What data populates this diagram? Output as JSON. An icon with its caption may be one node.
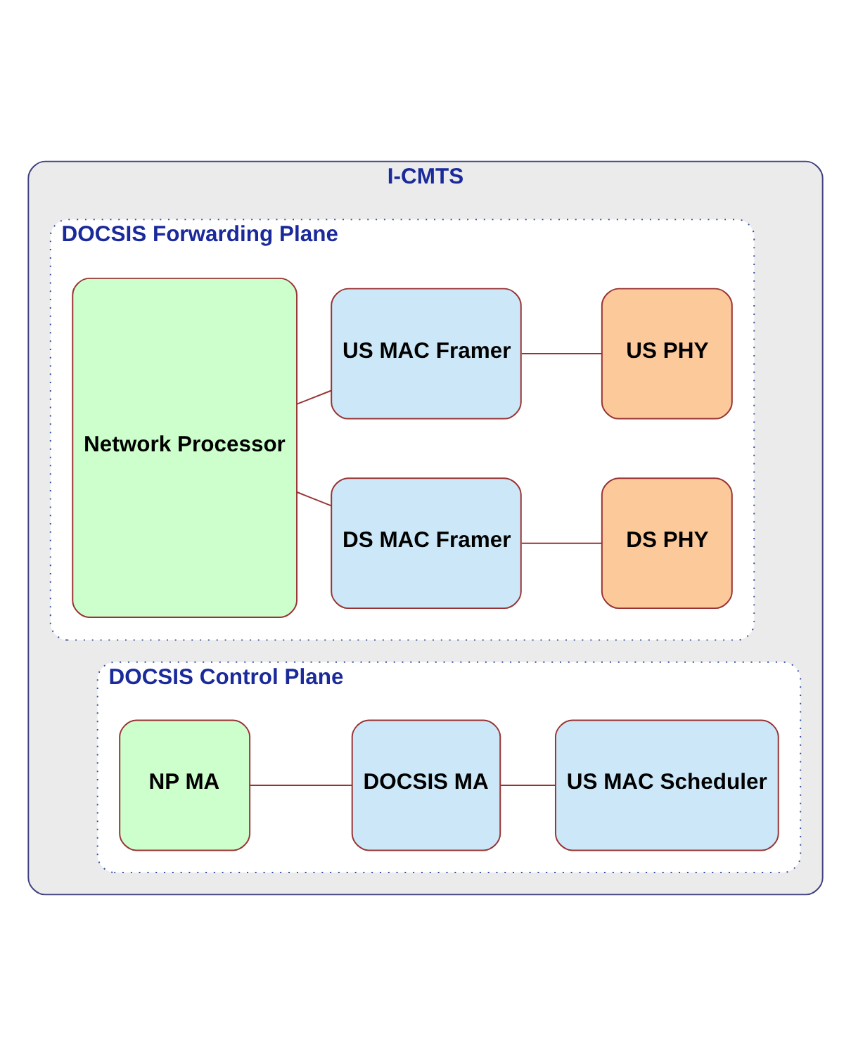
{
  "diagram": {
    "nodes": [
      {
        "text": [
          "I-CMTS"
        ]
      },
      {
        "text": [
          "DOCSIS Forwarding Plane"
        ],
        "in": 0
      },
      {
        "text": [
          "Network Processor"
        ],
        "in": 1
      },
      {
        "text": [
          "DS MAC Framer"
        ],
        "in": 1
      },
      {
        "text": [
          "DS PHY"
        ],
        "in": 1
      },
      {
        "text": [
          "US MAC Framer"
        ],
        "in": 1
      },
      {
        "text": [
          "US PHY"
        ],
        "in": 1
      },
      {
        "text": [
          "DOCSIS Control Plane"
        ],
        "in": 0
      },
      {
        "text": [
          "NP MA"
        ],
        "in": 7
      },
      {
        "text": [
          "DOCSIS MA"
        ],
        "in": 7
      },
      {
        "text": [
          "US MAC Scheduler"
        ],
        "in": 7
      }
    ],
    "edges": [
      {
        "from": 2,
        "to": 3,
        "arrow": "none"
      },
      {
        "from": 3,
        "to": 4,
        "arrow": "none"
      },
      {
        "from": 2,
        "to": 5,
        "arrow": "none"
      },
      {
        "from": 5,
        "to": 6,
        "arrow": "none"
      },
      {
        "from": 8,
        "to": 9,
        "arrow": "none"
      },
      {
        "from": 9,
        "to": 10,
        "arrow": "none"
      }
    ]
  }
}
